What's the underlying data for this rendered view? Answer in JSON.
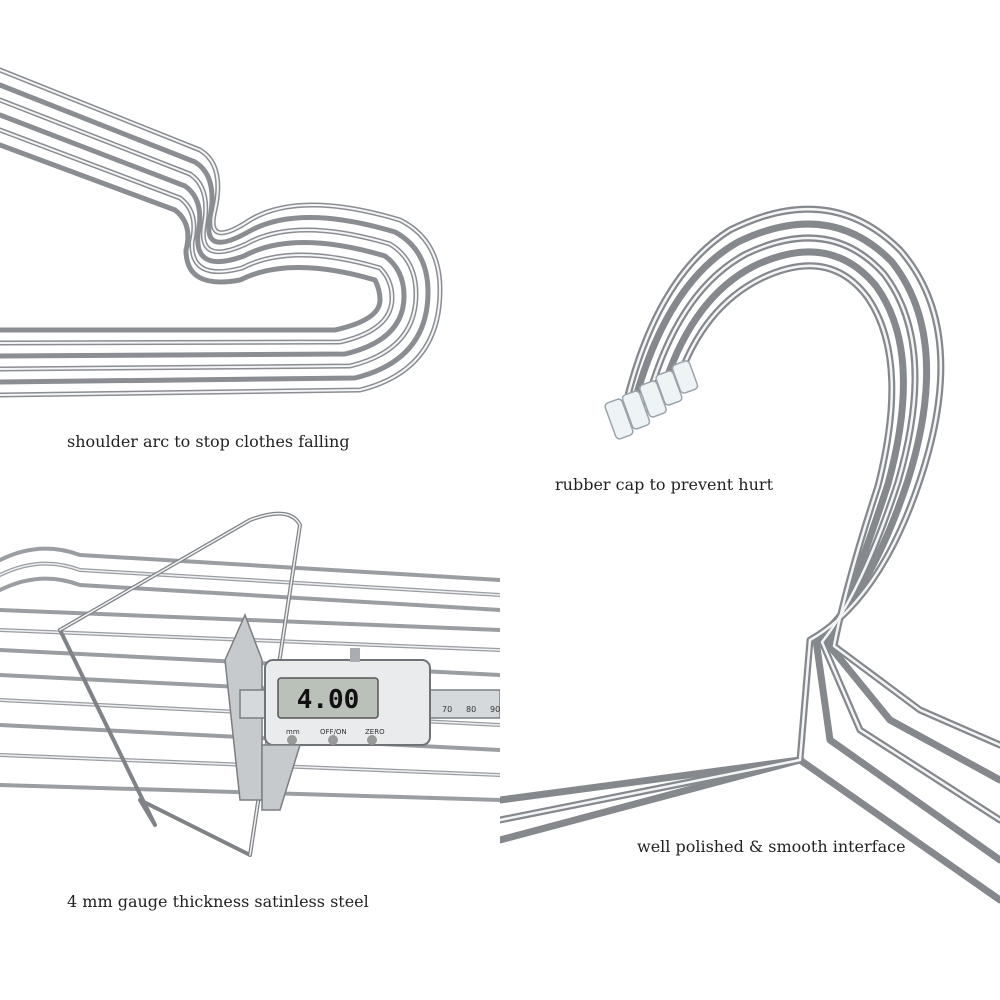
{
  "captions": {
    "shoulder": "shoulder arc to stop clothes falling",
    "cap": "rubber cap to prevent hurt",
    "gauge": "4 mm gauge thickness satinless steel",
    "polish": "well polished & smooth interface"
  },
  "caliper": {
    "reading": "4.00",
    "unit": "mm",
    "on_off": "OFF/ON",
    "zero": "ZERO",
    "scale": [
      "70",
      "80",
      "90"
    ]
  },
  "colors": {
    "wire_dark": "#8a8d92",
    "wire_light": "#f4f5f6",
    "background": "#ffffff",
    "caption_text": "#222222"
  }
}
